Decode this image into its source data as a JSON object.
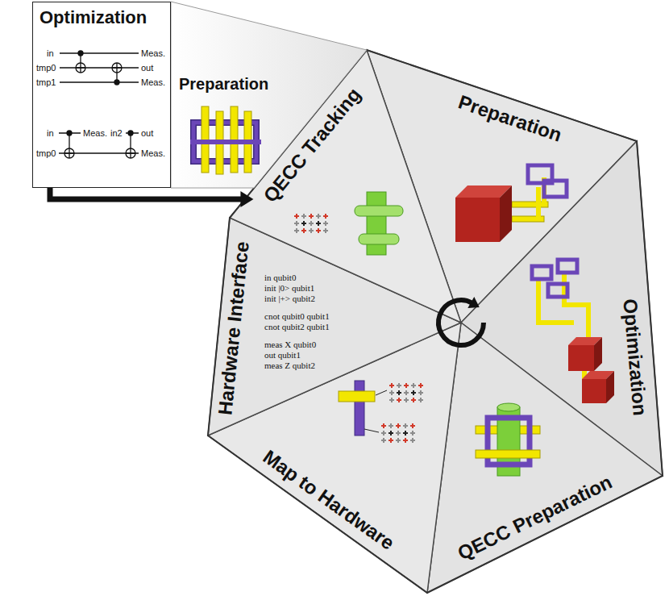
{
  "diagram": {
    "nodes": [
      {
        "text": [
          "Optimization"
        ]
      },
      {
        "text": [
          "Preparation"
        ]
      },
      {
        "text": [
          "Optimization"
        ]
      },
      {
        "text": [
          "QECC Preparation"
        ]
      },
      {
        "text": [
          "Map to Hardware"
        ]
      },
      {
        "text": [
          "Hardware Interface"
        ]
      },
      {
        "text": [
          "QECC Tracking"
        ]
      }
    ],
    "edges": [
      {
        "from": 0,
        "to": 6,
        "arrow": "to"
      }
    ],
    "labels": [
      "in",
      "Meas.",
      "tmp0",
      "out",
      "tmp1",
      "Meas.",
      "in",
      "Meas.",
      "in2",
      "out",
      "tmp0",
      "Meas.",
      "Preparation",
      "in qubit0",
      "init |0> qubit1",
      "init |+> qubit2",
      "cnot qubit0 qubit1",
      "cnot qubit2 qubit1",
      "meas X qubit0",
      "out qubit1",
      "meas Z qubit2"
    ]
  }
}
